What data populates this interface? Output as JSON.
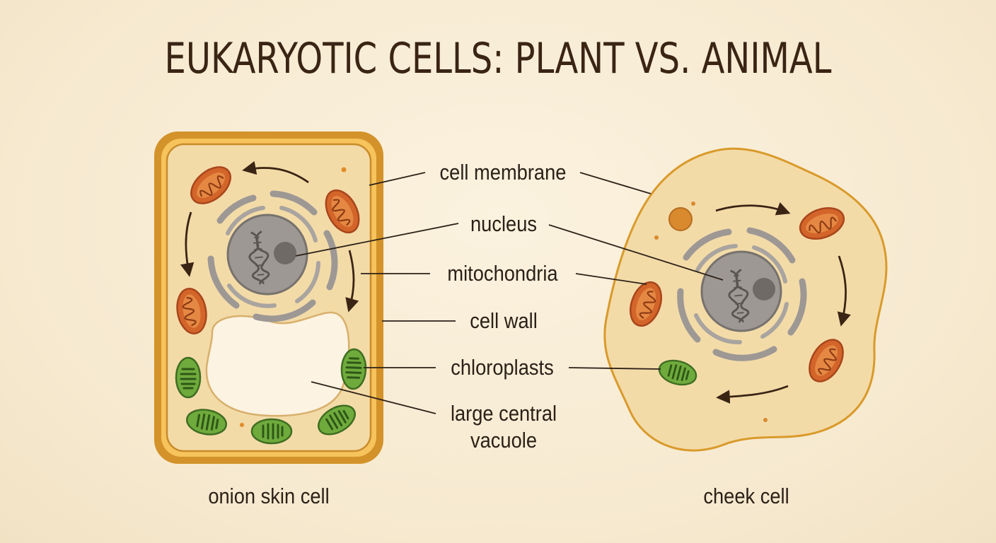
{
  "title": "EUKARYOTIC CELLS: PLANT VS. ANIMAL",
  "cells": {
    "plant": {
      "caption": "onion skin cell"
    },
    "animal": {
      "caption": "cheek cell"
    }
  },
  "labels": {
    "cell_membrane": "cell membrane",
    "nucleus": "nucleus",
    "mitochondria": "mitochondria",
    "cell_wall": "cell wall",
    "chloroplasts": "chloroplasts",
    "vacuole_line1": "large central",
    "vacuole_line2": "vacuole"
  },
  "colors": {
    "background": "#f8edd6",
    "cell_wall": "#d99a2b",
    "cytoplasm": "#f3dba8",
    "nucleus": "#9d9894",
    "mitochondria": "#d3652a",
    "chloroplast": "#6fab3c",
    "text": "#2c2118"
  }
}
